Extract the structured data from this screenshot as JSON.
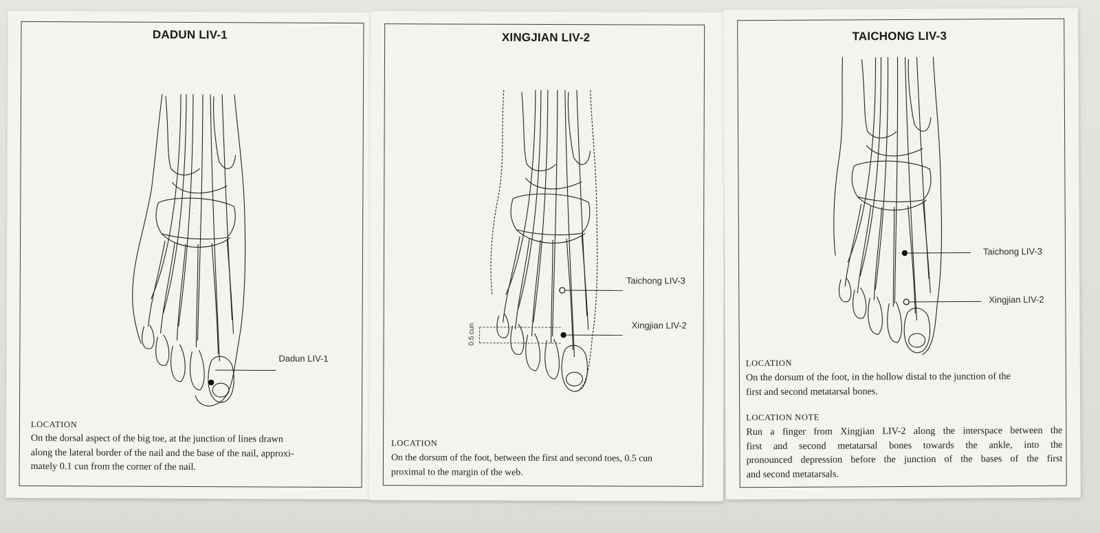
{
  "cards": [
    {
      "title": "DADUN LIV-1",
      "points": [
        {
          "label": "Dadun LIV-1",
          "filled": true
        }
      ],
      "sections": [
        {
          "heading": "LOCATION",
          "lines": [
            "On the dorsal aspect of the big toe, at the junction of lines drawn",
            "along the lateral border of the nail and the base of the nail, approxi-",
            "mately 0.1 cun from the corner of the nail."
          ]
        }
      ]
    },
    {
      "title": "XINGJIAN LIV-2",
      "points": [
        {
          "label": "Taichong LIV-3",
          "filled": false
        },
        {
          "label": "Xingjian LIV-2",
          "filled": true
        }
      ],
      "measure_label": "0.5 cun",
      "sections": [
        {
          "heading": "LOCATION",
          "lines": [
            "On the dorsum of the foot, between the first and second toes, 0.5 cun",
            "proximal to the margin of the web."
          ]
        }
      ]
    },
    {
      "title": "TAICHONG LIV-3",
      "points": [
        {
          "label": "Taichong LIV-3",
          "filled": true
        },
        {
          "label": "Xingjian LIV-2",
          "filled": false
        }
      ],
      "sections": [
        {
          "heading": "LOCATION",
          "lines": [
            "On the dorsum of the foot, in the hollow distal to the junction of the",
            "first and second metatarsal bones."
          ]
        },
        {
          "heading": "LOCATION NOTE",
          "lines": [
            "Run a finger from Xingjian LIV-2 along the interspace between the",
            "first and second metatarsal bones towards the ankle, into the",
            "pronounced depression before the junction of the bases of the first",
            "and second metatarsals."
          ]
        }
      ]
    }
  ],
  "colors": {
    "paper": "#f4f3f0",
    "ink": "#1e1e1e",
    "background": "#dfdeda"
  }
}
